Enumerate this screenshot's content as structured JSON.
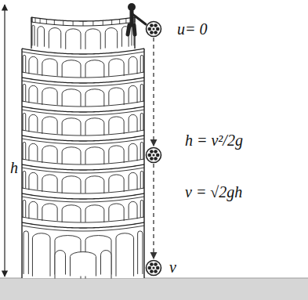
{
  "diagram": {
    "labels": [
      "u= 0",
      "h",
      "h = v²/2g",
      "v = √2gh",
      "v"
    ]
  }
}
